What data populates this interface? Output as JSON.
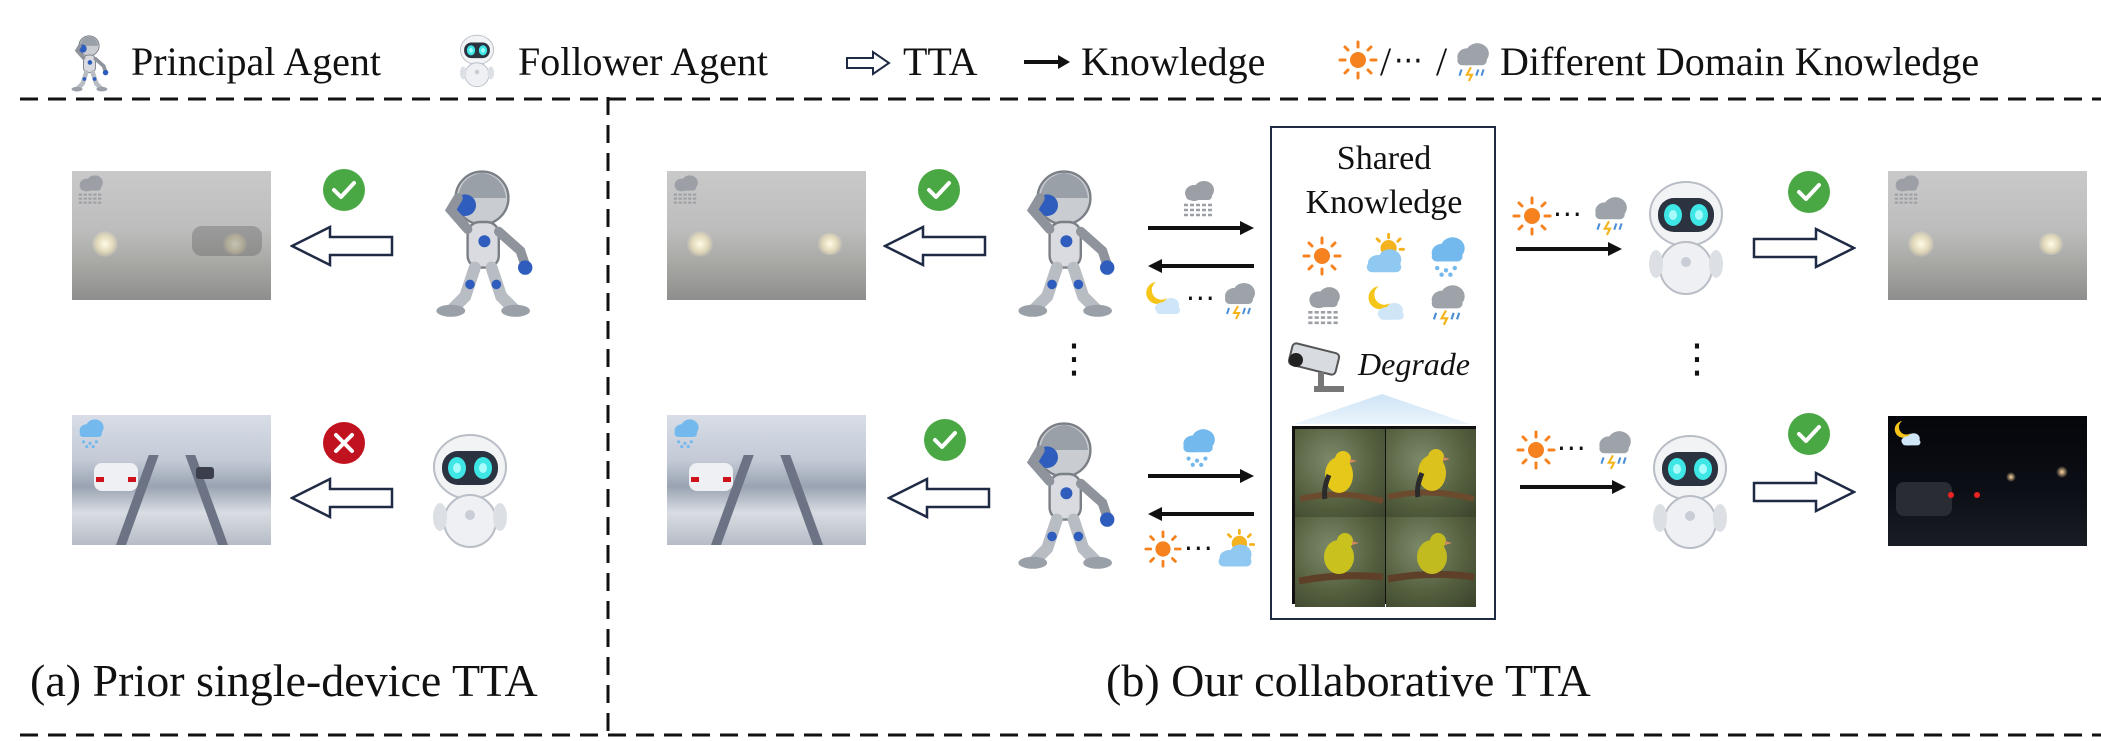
{
  "legend": {
    "principal_label": "Principal Agent",
    "follower_label": "Follower Agent",
    "tta_label": "TTA",
    "knowledge_label": "Knowledge",
    "slash1": "/",
    "ellipsis": "···",
    "slash2": "/",
    "domain_label": "Different Domain Knowledge"
  },
  "panel_a": {
    "caption": "(a) Prior single-device TTA"
  },
  "panel_b": {
    "caption": "(b) Our collaborative TTA",
    "shared_knowledge_title": "Shared Knowledge",
    "degrade_label": "Degrade",
    "vertical_ellipsis": "⋮",
    "horizontal_ellipsis": "···"
  },
  "colors": {
    "check": "#4aa844",
    "cross": "#c1121f",
    "hollow_arrow": "#1f2a44",
    "box_border": "#1f2a44",
    "sun": "#f5821f"
  },
  "icons": [
    "fog-cloud-icon",
    "snow-cloud-icon",
    "sun-icon",
    "moon-cloud-icon",
    "thunder-cloud-icon",
    "sun-cloud-icon",
    "check-icon",
    "cross-icon",
    "camera-icon"
  ]
}
